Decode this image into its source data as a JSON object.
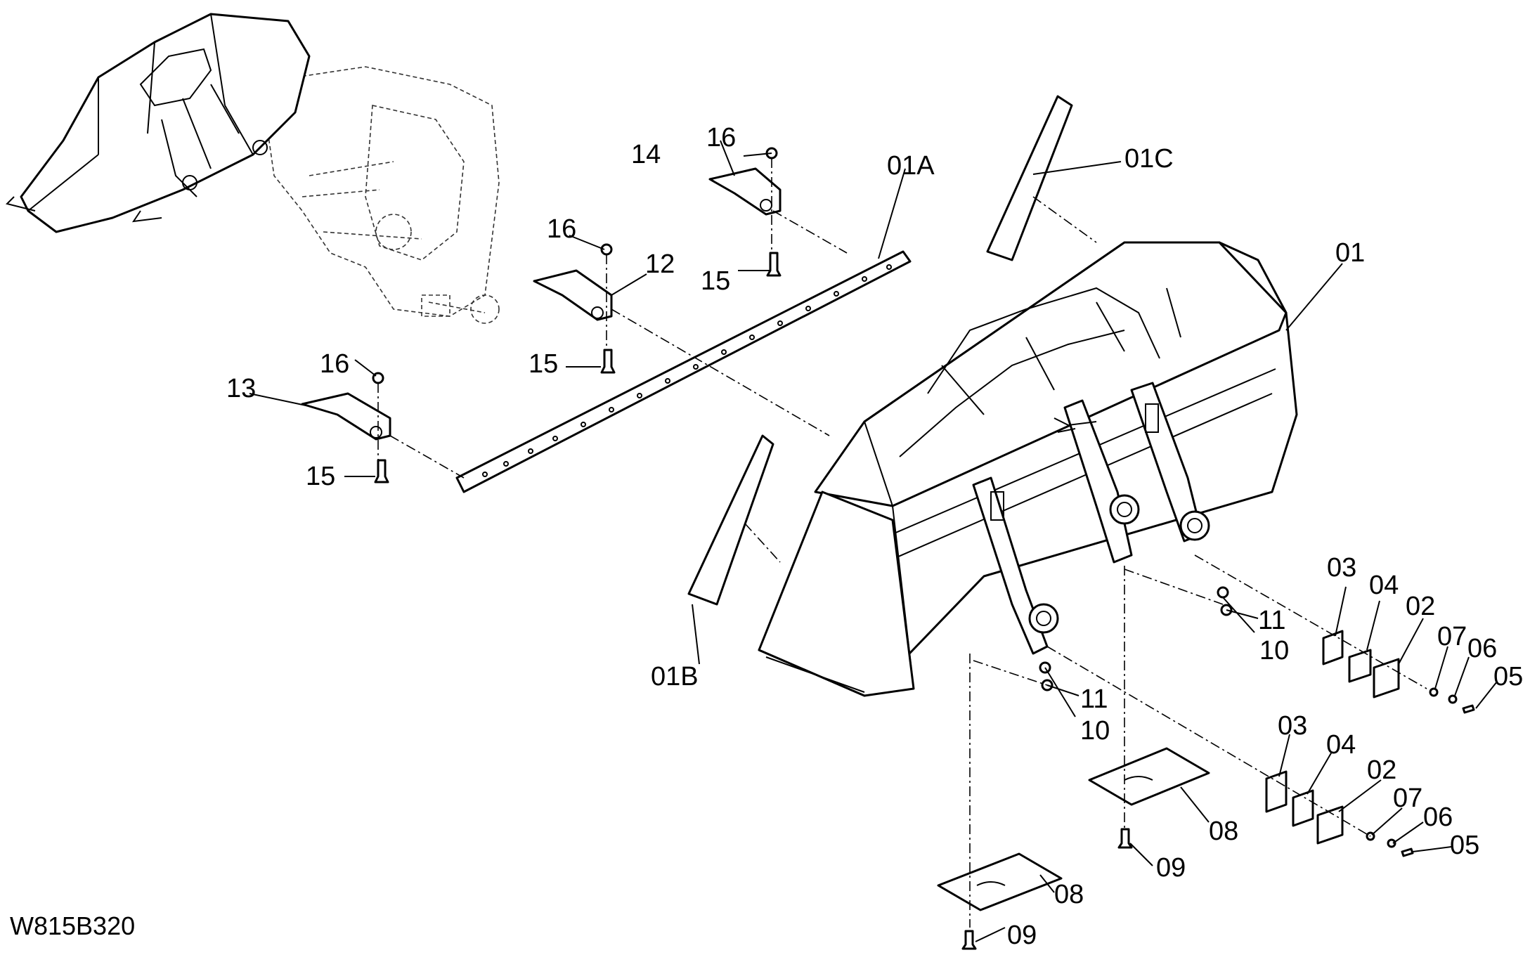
{
  "drawing_code": "W815B320",
  "callouts": {
    "p01": "01",
    "p01A": "01A",
    "p01B": "01B",
    "p01C": "01C",
    "p02a": "02",
    "p03a": "03",
    "p04a": "04",
    "p05a": "05",
    "p06a": "06",
    "p07a": "07",
    "p02b": "02",
    "p03b": "03",
    "p04b": "04",
    "p05b": "05",
    "p06b": "06",
    "p07b": "07",
    "p08a": "08",
    "p08b": "08",
    "p09a": "09",
    "p09b": "09",
    "p10a": "10",
    "p10b": "10",
    "p11a": "11",
    "p11b": "11",
    "p12": "12",
    "p13": "13",
    "p14": "14",
    "p15a": "15",
    "p15b": "15",
    "p15c": "15",
    "p16a": "16",
    "p16b": "16",
    "p16c": "16"
  }
}
